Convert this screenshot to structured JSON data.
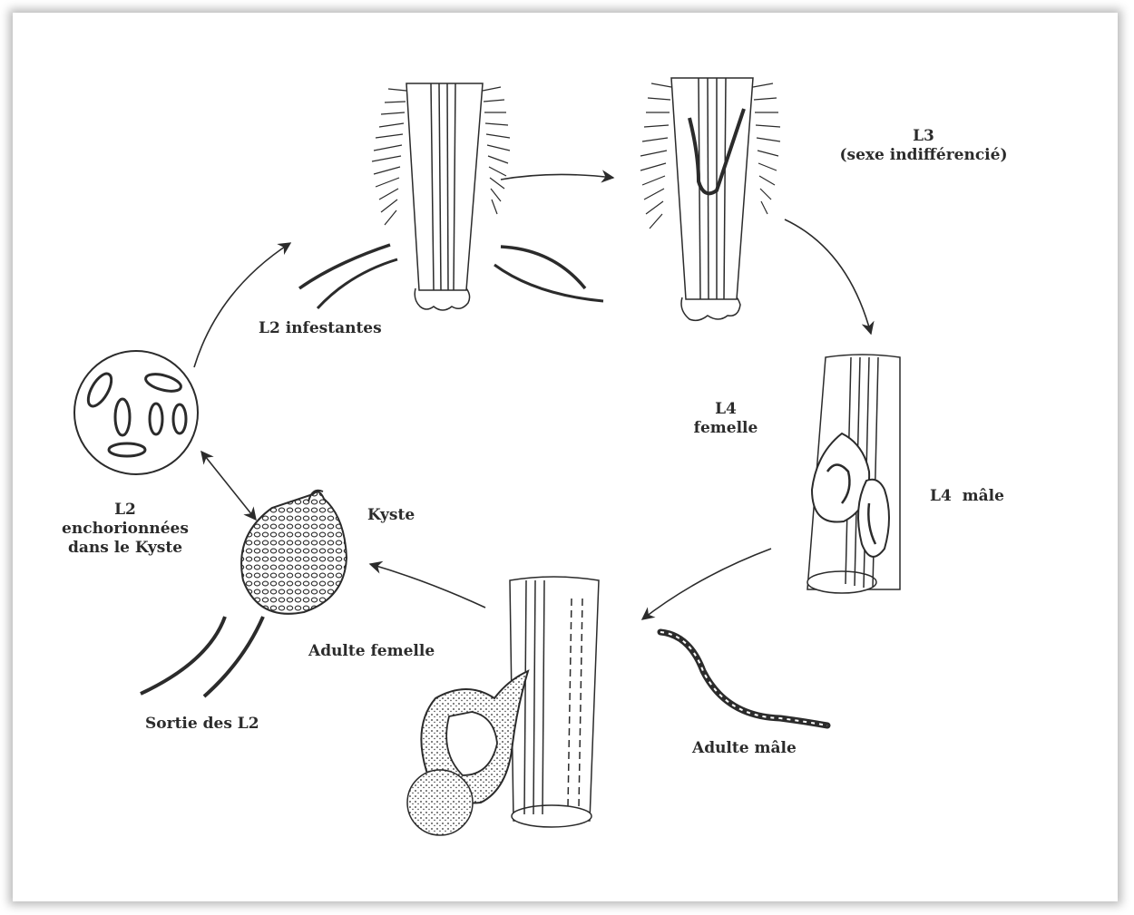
{
  "labels": {
    "l2_infestantes": "L2 infestantes",
    "l3_line1": "L3",
    "l3_line2": "(sexe indifférencié)",
    "l4_femelle_line1": "L4",
    "l4_femelle_line2": "femelle",
    "l4_male": "L4  mâle",
    "kyste": "Kyste",
    "l2_kyste_line1": "L2",
    "l2_kyste_line2": "enchorionnées",
    "l2_kyste_line3": "dans le Kyste",
    "adulte_femelle": "Adulte femelle",
    "sortie": "Sortie des L2",
    "adulte_male": "Adulte mâle"
  },
  "colors": {
    "ink": "#2b2b2b",
    "paper": "#ffffff"
  }
}
